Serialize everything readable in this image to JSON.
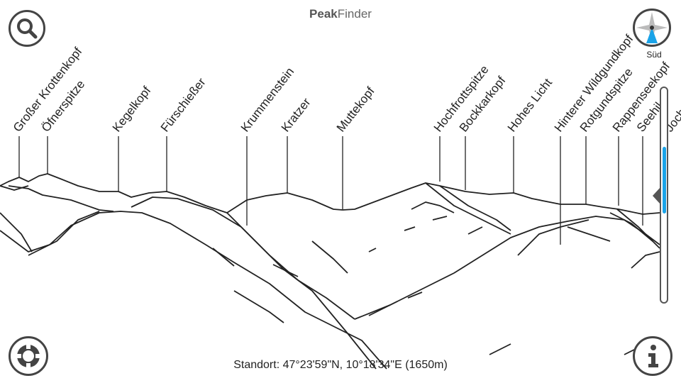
{
  "header": {
    "title_bold": "Peak",
    "title_rest": "Finder"
  },
  "compass": {
    "direction": "Süd",
    "accent": "#1aa3e8"
  },
  "peaks": [
    {
      "name": "Großer Krottenkopf"
    },
    {
      "name": "Öfnerspitze"
    },
    {
      "name": "Kegelkopf"
    },
    {
      "name": "Fürschießer"
    },
    {
      "name": "Krummenstein"
    },
    {
      "name": "Kratzer"
    },
    {
      "name": "Muttekopf"
    },
    {
      "name": "Hochfrottspitze"
    },
    {
      "name": "Bockkarkopf"
    },
    {
      "name": "Hohes Licht"
    },
    {
      "name": "Hinterer Wildgundkopf"
    },
    {
      "name": "Rotgundspitze"
    },
    {
      "name": "Rappenseekopf"
    },
    {
      "name": "Seehil"
    },
    {
      "name": "Joch"
    }
  ],
  "status": {
    "location": "Standort: 47°23'59\"N, 10°18'34\"E (1650m)"
  },
  "zoom_slider": {
    "position_percent": 40
  },
  "icons": {
    "search": "search-icon",
    "locate": "crosshair-icon",
    "info": "info-icon",
    "compass": "compass-icon"
  }
}
